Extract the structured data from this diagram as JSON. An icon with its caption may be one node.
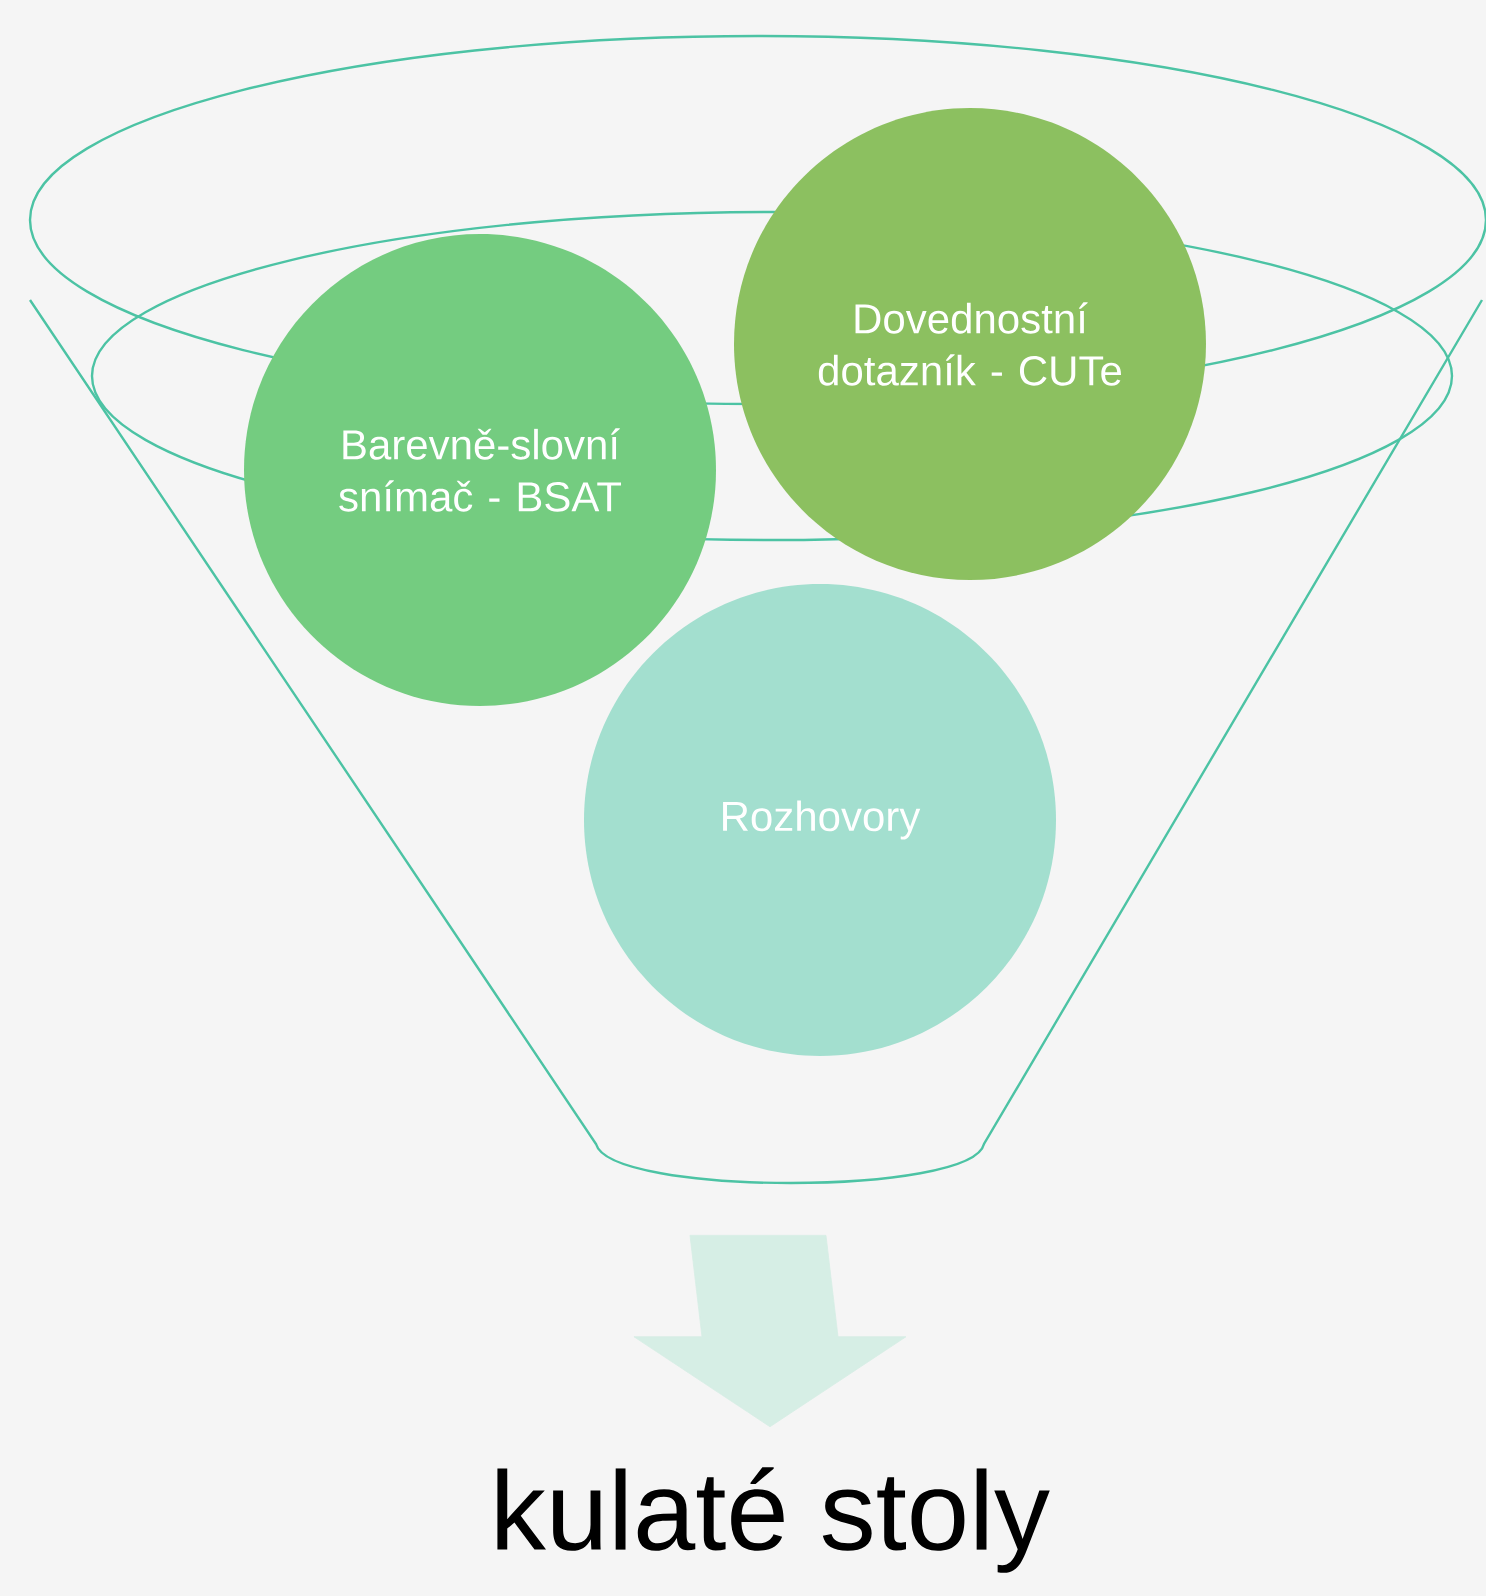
{
  "diagram": {
    "nodes": [
      {
        "text": [],
        "shape": "funnel"
      },
      {
        "text": [
          "Barevně-slovní snímač - BSAT"
        ],
        "in": 0
      },
      {
        "text": [
          "Dovednostní dotazník - CUTe"
        ],
        "in": 0
      },
      {
        "text": [
          "Rozhovory"
        ],
        "in": 0
      },
      {
        "text": [
          "kulaté stoly"
        ]
      }
    ],
    "edges": [
      {
        "from": 0,
        "to": 4,
        "arrow": "to",
        "style": "thick"
      }
    ]
  }
}
